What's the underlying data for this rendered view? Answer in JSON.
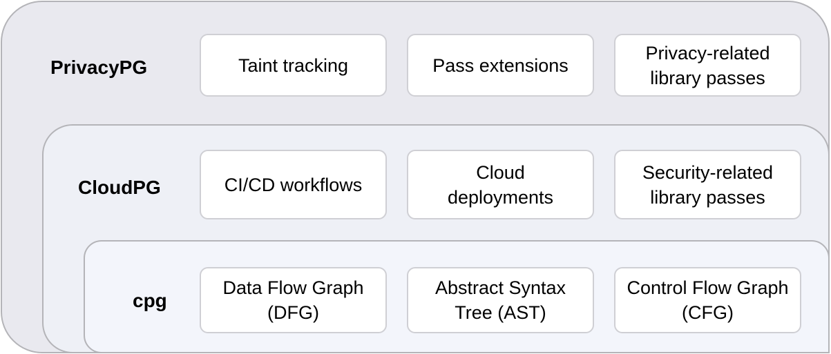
{
  "layers": {
    "privacy": {
      "label": "PrivacyPG",
      "boxes": [
        "Taint tracking",
        "Pass extensions",
        "Privacy-related\nlibrary passes"
      ]
    },
    "cloud": {
      "label": "CloudPG",
      "boxes": [
        "CI/CD workflows",
        "Cloud\ndeployments",
        "Security-related\nlibrary passes"
      ]
    },
    "cpg": {
      "label": "cpg",
      "boxes": [
        "Data Flow Graph\n(DFG)",
        "Abstract Syntax\nTree (AST)",
        "Control Flow Graph\n(CFG)"
      ]
    }
  }
}
